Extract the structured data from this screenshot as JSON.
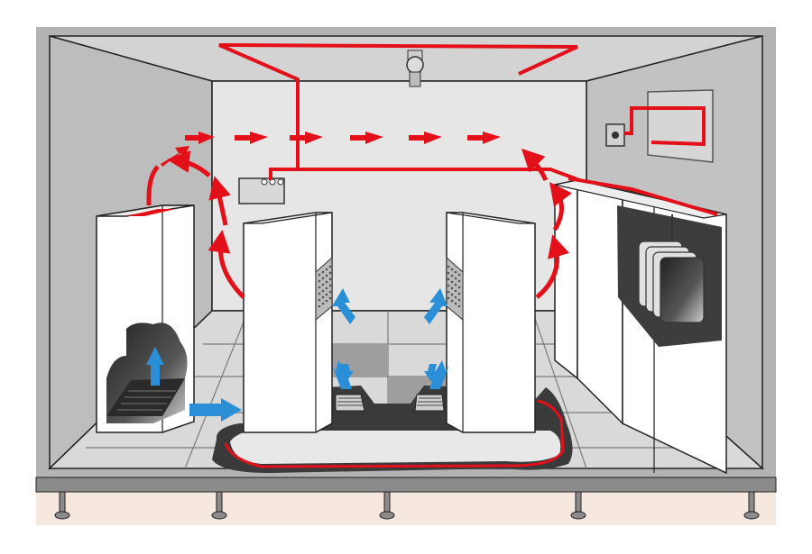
{
  "diagram": {
    "subject": "data-center",
    "colors": {
      "background": "#ffffff",
      "backdrop": "#f7e8df",
      "frame": "#b3b3b3",
      "wall_back": "#e6e6e6",
      "wall_side": "#bdbdbd",
      "floor": "#d9d9d9",
      "tile_dark": "#9b9b9b",
      "cabinet": "#ffffff",
      "outline": "#111111",
      "hot_air": "#e3101a",
      "cool_air": "#2a8fd6",
      "dark_patch": "#3a3a3a"
    },
    "elements": {
      "left_crac_unit": "crac-unit-left",
      "right_crac_unit": "crac-unit-right",
      "server_racks": [
        "server-rack-left",
        "server-rack-right"
      ],
      "floor_vents": [
        "floor-vent-left",
        "floor-vent-right"
      ],
      "hot_air_arrows": 10,
      "cool_air_arrows": 7,
      "icons": [
        "ceiling-sensor-icon",
        "wall-thermostat-icon",
        "wall-control-panel-icon",
        "ceiling-junction-box-icon"
      ]
    }
  }
}
